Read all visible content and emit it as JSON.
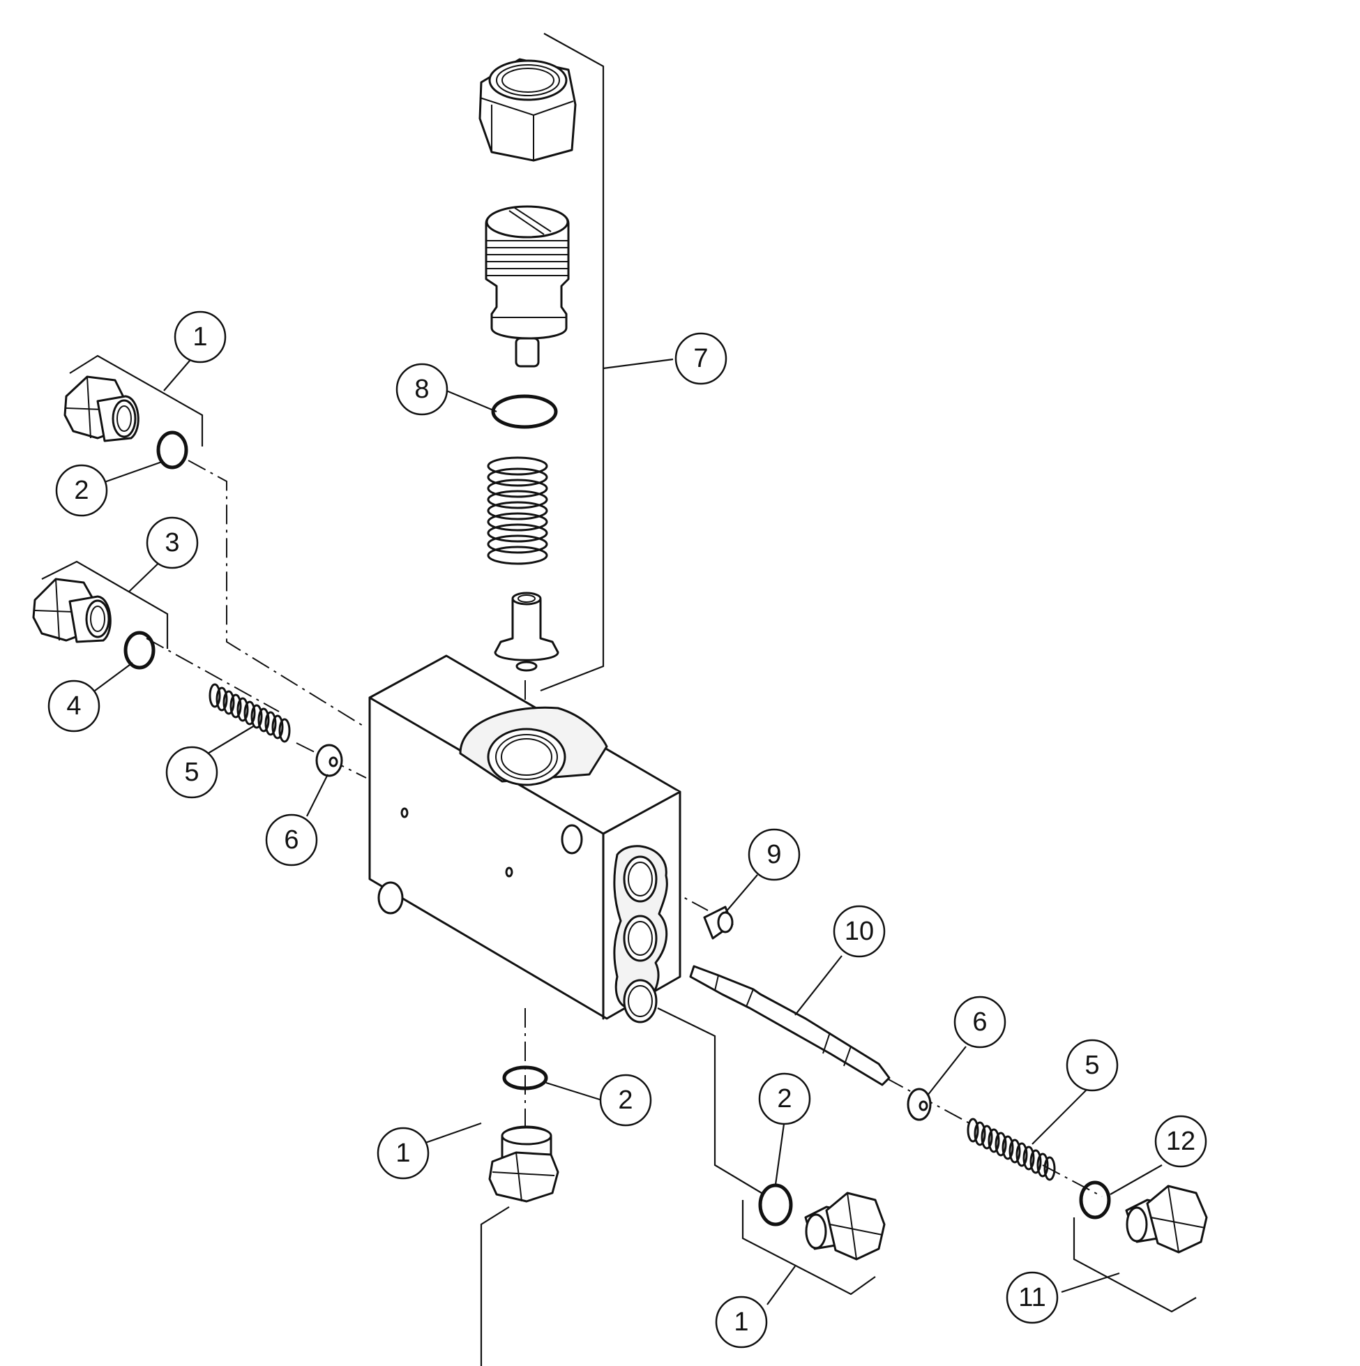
{
  "callouts": [
    {
      "label": "1"
    },
    {
      "label": "2"
    },
    {
      "label": "3"
    },
    {
      "label": "4"
    },
    {
      "label": "5"
    },
    {
      "label": "6"
    },
    {
      "label": "7"
    },
    {
      "label": "8"
    },
    {
      "label": "9"
    },
    {
      "label": "10"
    },
    {
      "label": "6"
    },
    {
      "label": "5"
    },
    {
      "label": "12"
    },
    {
      "label": "11"
    },
    {
      "label": "1"
    },
    {
      "label": "2"
    },
    {
      "label": "2"
    },
    {
      "label": "1"
    }
  ]
}
